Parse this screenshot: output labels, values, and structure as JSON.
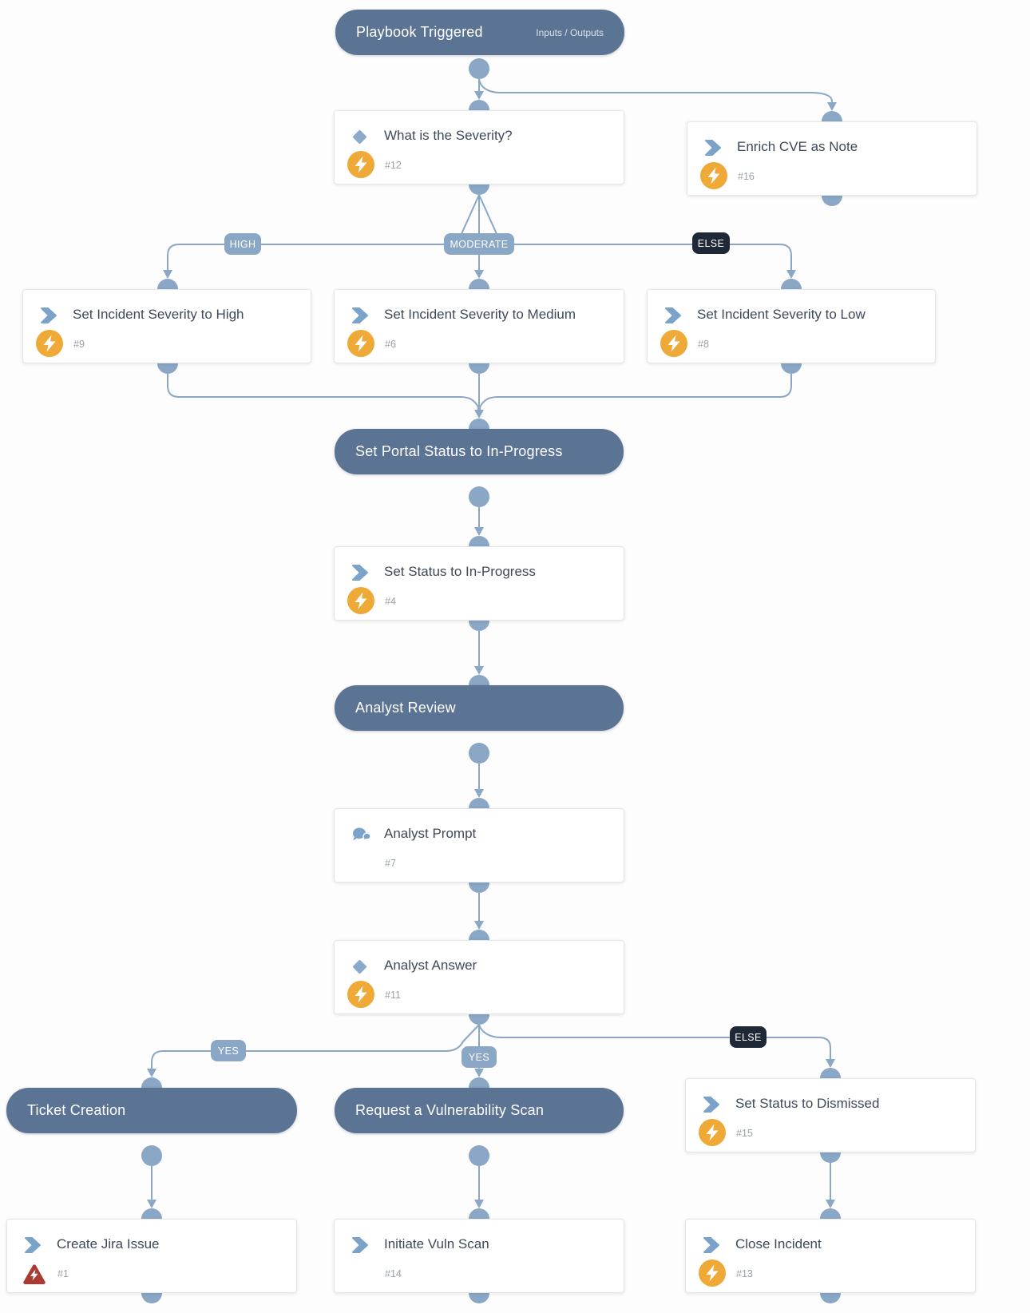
{
  "colors": {
    "stage_pill_bg": "#5c7494",
    "connector": "#8aa7c6",
    "branch_label_bg": "#8aa7c6",
    "else_label_bg": "#1f2836",
    "card_title_text": "#3e4958",
    "card_number_text": "#9aa1a8",
    "success_bolt": "#efa937",
    "error_triangle": "#a93b32",
    "action_icon_blue": "#7ba3c9"
  },
  "start": {
    "title": "Playbook Triggered",
    "io_label": "Inputs / Outputs"
  },
  "branches": {
    "high": "HIGH",
    "moderate": "MODERATE",
    "else_severity": "ELSE",
    "yes_ticket": "YES",
    "yes_scan": "YES",
    "else_answer": "ELSE"
  },
  "stages": {
    "portal_status": "Set Portal Status to In-Progress",
    "analyst_review": "Analyst Review",
    "ticket_creation": "Ticket Creation",
    "vuln_scan": "Request a Vulnerability Scan"
  },
  "tasks": {
    "severity_question": {
      "title": "What is the Severity?",
      "number": "#12"
    },
    "enrich_cve": {
      "title": "Enrich CVE as Note",
      "number": "#16"
    },
    "set_high": {
      "title": "Set Incident Severity to High",
      "number": "#9"
    },
    "set_medium": {
      "title": "Set Incident Severity to Medium",
      "number": "#6"
    },
    "set_low": {
      "title": "Set Incident Severity to Low",
      "number": "#8"
    },
    "set_in_progress": {
      "title": "Set Status to In-Progress",
      "number": "#4"
    },
    "analyst_prompt": {
      "title": "Analyst Prompt",
      "number": "#7"
    },
    "analyst_answer": {
      "title": "Analyst Answer",
      "number": "#11"
    },
    "set_dismissed": {
      "title": "Set Status to Dismissed",
      "number": "#15"
    },
    "create_jira": {
      "title": "Create Jira Issue",
      "number": "#1"
    },
    "initiate_scan": {
      "title": "Initiate Vuln Scan",
      "number": "#14"
    },
    "close_incident": {
      "title": "Close Incident",
      "number": "#13"
    }
  }
}
